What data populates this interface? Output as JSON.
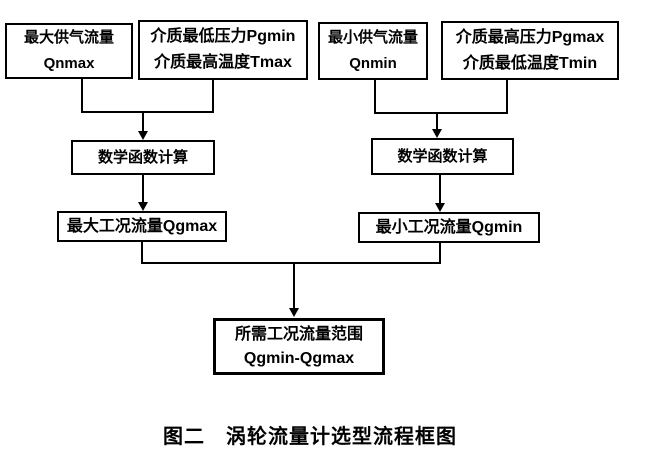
{
  "flowchart": {
    "boxes": {
      "qnmax": {
        "line1": "最大供气流量",
        "line2": "Qnmax"
      },
      "pgmin_tmax": {
        "line1": "介质最低压力Pgmin",
        "line2": "介质最高温度Tmax"
      },
      "qnmin": {
        "line1": "最小供气流量",
        "line2": "Qnmin"
      },
      "pgmax_tmin": {
        "line1": "介质最高压力Pgmax",
        "line2": "介质最低温度Tmin"
      },
      "math_left": {
        "label": "数学函数计算"
      },
      "math_right": {
        "label": "数学函数计算"
      },
      "qgmax": {
        "label": "最大工况流量Qgmax"
      },
      "qgmin": {
        "label": "最小工况流量Qgmin"
      },
      "result": {
        "line1": "所需工况流量范围",
        "line2": "Qgmin-Qgmax"
      }
    },
    "caption": "图二　涡轮流量计选型流程框图",
    "colors": {
      "line": "#000000",
      "text": "#000000",
      "background": "#ffffff"
    }
  }
}
